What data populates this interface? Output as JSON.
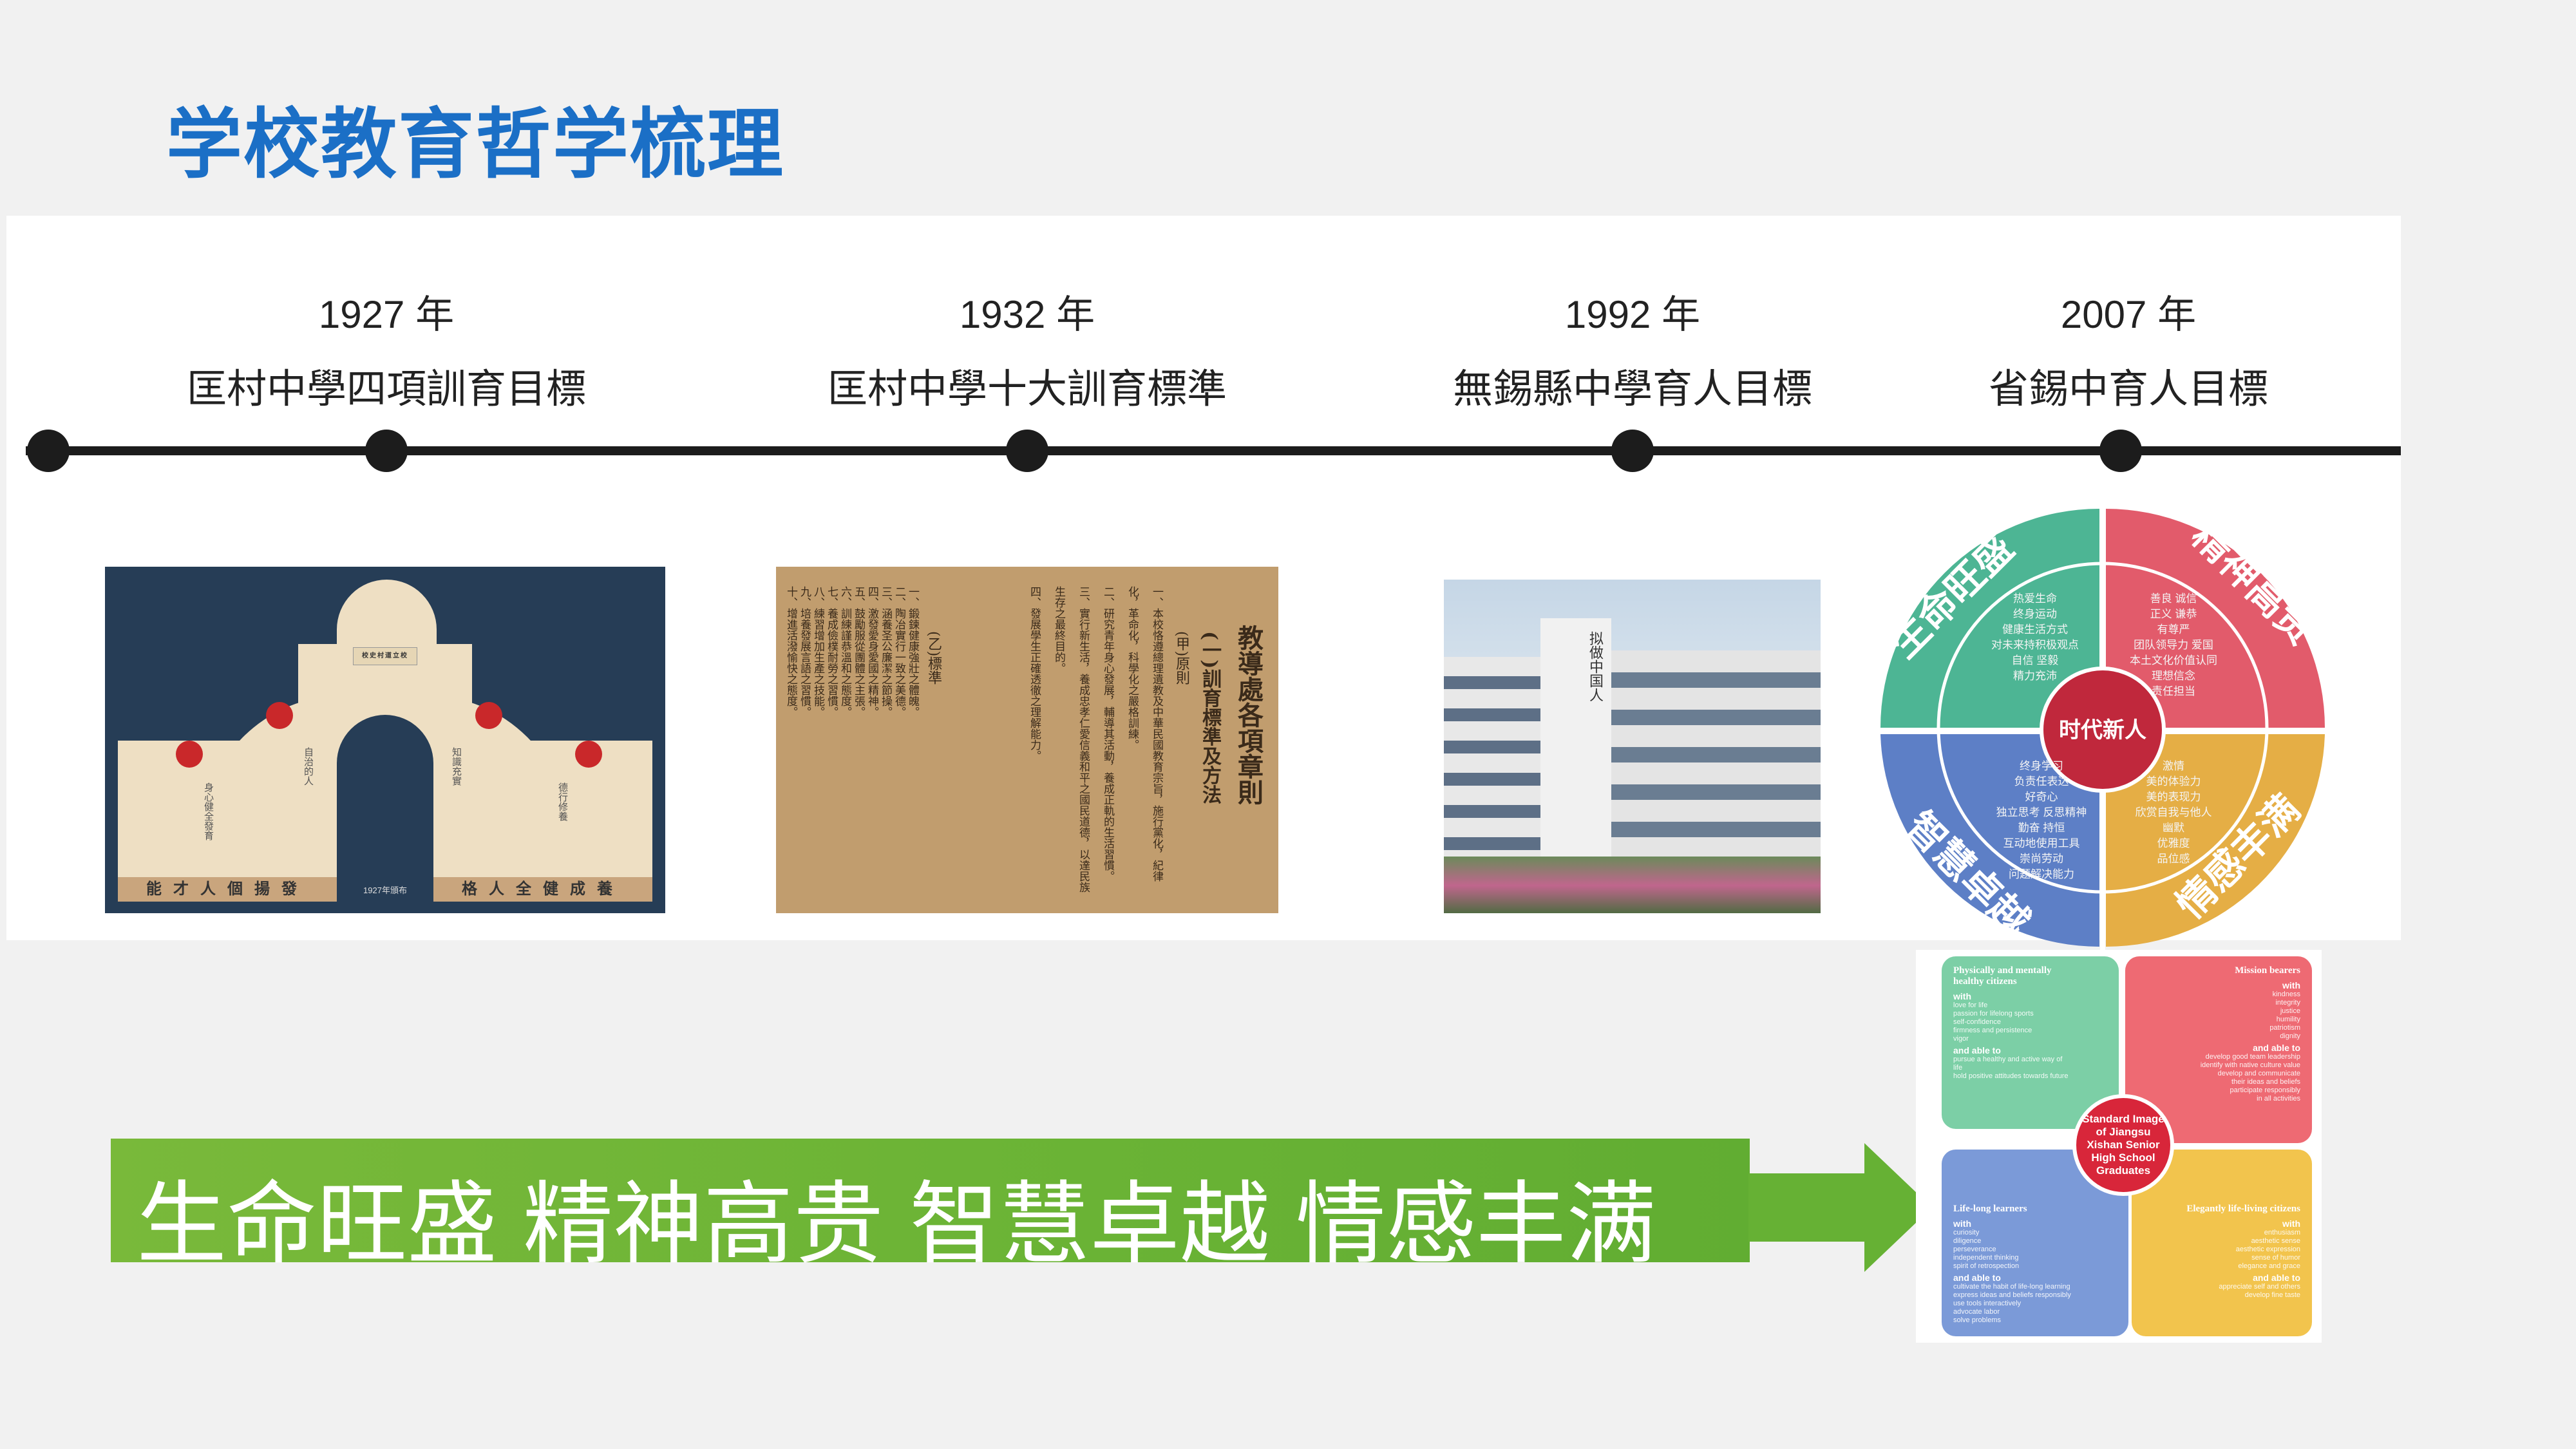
{
  "title": "学校教育哲学梳理",
  "timeline": [
    {
      "year": "1927 年",
      "name": "匡村中學四項訓育目標"
    },
    {
      "year": "1932 年",
      "name": "匡村中學十大訓育標準"
    },
    {
      "year": "1992 年",
      "name": "無錫縣中學育人目標"
    },
    {
      "year": "2007 年",
      "name": "省錫中育人目標"
    }
  ],
  "arch": {
    "plaque": "校史村道立校",
    "left_base": "能才人個揚發",
    "right_base": "格人全健成養",
    "date": "1927年頒布",
    "left_col1": "身心健全發育",
    "left_col2": "自治的人",
    "right_col1": "知識充實",
    "right_col2": "德行修養"
  },
  "doc": {
    "title": "教導處各項章則",
    "heading": "(一)訓育標準及方法",
    "sub_a": "(甲)原則",
    "sub_b": "(乙)標準",
    "lines": [
      "一、本校恪遵總理遺教及中華民國教育宗旨，施行黨化，紀律化，革命化，科學化之嚴格訓練。",
      "二、研究青年身心發展，輔導其活動，養成正軌的生活習慣。",
      "三、實行新生活，養成忠孝仁愛信義和平之國民道德，以達民族生存之最終目的。",
      "四、發展學生正確透徹之理解能力。"
    ],
    "standards": [
      "一、鍛鍊健康強壯之體魄。",
      "二、陶冶實行一致之美德。",
      "三、涵養圣公廉潔之節操。",
      "四、激發愛身愛國之精神。",
      "五、鼓勵服從團體之主張。",
      "六、訓練謹恭溫和之態度。",
      "七、養成儉樸耐勞之習慣。",
      "八、練習增加生產之技能。",
      "九、培養發展言語之習慣。",
      "十、增進活潑愉快之態度。"
    ]
  },
  "building": {
    "sign": "拟做中国人"
  },
  "wheel": {
    "center": "时代新人",
    "quadrants": [
      {
        "title": "生命旺盛",
        "color": "#4db594",
        "items": [
          "热爱生命",
          "终身运动",
          "健康生活方式",
          "对未来持积极观点",
          "自信 坚毅",
          "精力充沛"
        ]
      },
      {
        "title": "精神高贵",
        "color": "#e25b6b",
        "items": [
          "善良 诚信",
          "正义 谦恭",
          "有尊严",
          "团队领导力 爱国",
          "本土文化价值认同",
          "理想信念",
          "责任担当"
        ]
      },
      {
        "title": "智慧卓越",
        "color": "#5d7fc6",
        "items": [
          "终身学习",
          "负责任表达",
          "好奇心",
          "独立思考 反思精神",
          "勤奋 持恒",
          "互动地使用工具",
          "崇尚劳动",
          "问题解决能力"
        ]
      },
      {
        "title": "情感丰满",
        "color": "#e5ae45",
        "items": [
          "激情",
          "美的体验力",
          "美的表现力",
          "欣赏自我与他人",
          "幽默",
          "优雅度",
          "品位感"
        ]
      }
    ],
    "center_color": "#c0283c"
  },
  "banner": {
    "items": [
      "生命旺盛",
      "精神高贵",
      "智慧卓越",
      "情感丰满"
    ],
    "color": "#6ab335"
  },
  "puzzle": {
    "center": "Standard Image of Jiangsu Xishan Senior High School Graduates",
    "with": "with",
    "able": "and able to",
    "pieces": [
      {
        "title": "Physically and mentally healthy citizens",
        "with": [
          "love for life",
          "passion for lifelong sports",
          "self-confidence",
          "firmness and persistence",
          "vigor"
        ],
        "able": [
          "pursue a healthy and active way of life",
          "hold positive attitudes towards future"
        ]
      },
      {
        "title": "Mission bearers",
        "with": [
          "kindness",
          "integrity",
          "justice",
          "humility",
          "patriotism",
          "dignity"
        ],
        "able": [
          "develop good team leadership",
          "identify with native culture value",
          "develop and communicate",
          "their ideas and beliefs",
          "participate responsibly",
          "in all activities"
        ]
      },
      {
        "title": "Life-long learners",
        "with": [
          "curiosity",
          "diligence",
          "perseverance",
          "independent thinking",
          "spirit of retrospection"
        ],
        "able": [
          "cultivate the habit of life-long learning",
          "express ideas and beliefs responsibly",
          "use tools interactively",
          "advocate labor",
          "solve problems"
        ]
      },
      {
        "title": "Elegantly life-living citizens",
        "with": [
          "enthusiasm",
          "aesthetic sense",
          "aesthetic expression",
          "sense of humor",
          "elegance and grace"
        ],
        "able": [
          "appreciate self and others",
          "develop fine taste"
        ]
      }
    ]
  }
}
